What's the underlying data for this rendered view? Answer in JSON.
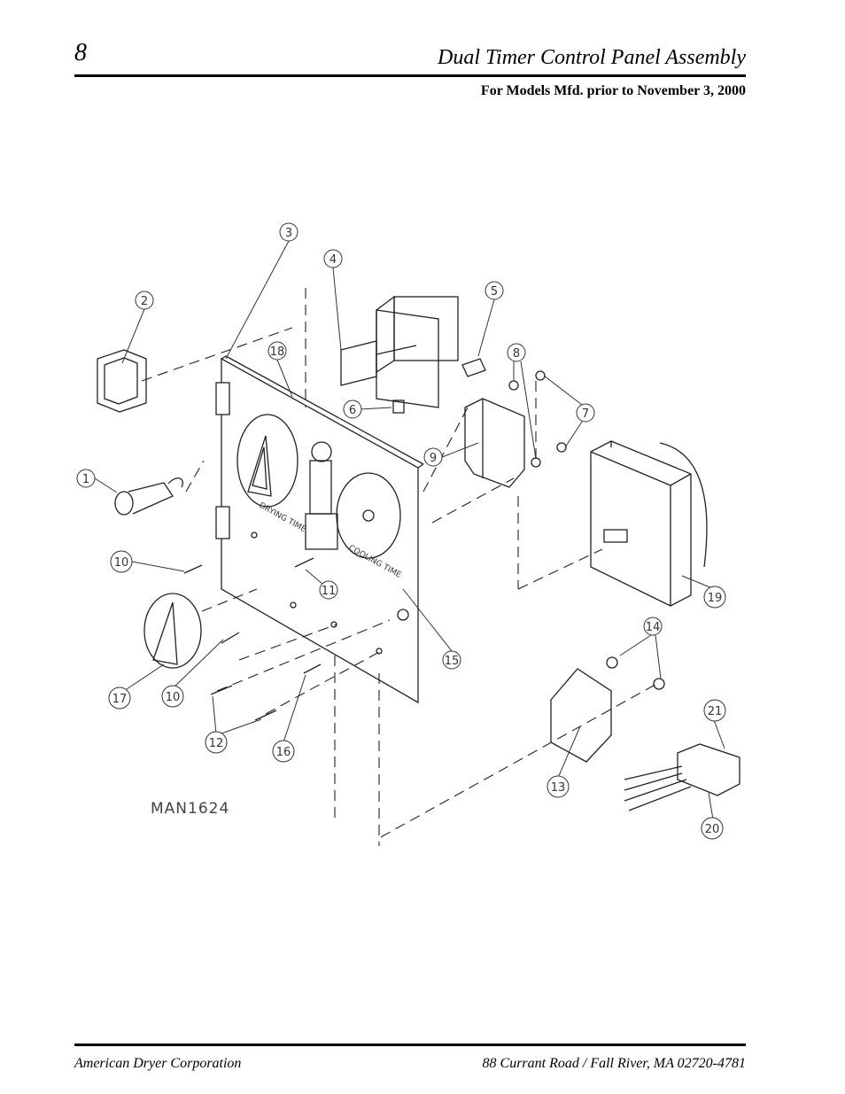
{
  "header": {
    "page_number": "8",
    "title": "Dual Timer Control Panel Assembly",
    "subtitle": "For Models Mfd. prior to November 3, 2000"
  },
  "diagram": {
    "drawing_id": "MAN1624",
    "panel_labels": {
      "drying": "DRYING TIME",
      "cooling": "COOLING TIME"
    },
    "callouts": [
      "1",
      "2",
      "3",
      "4",
      "5",
      "6",
      "7",
      "8",
      "9",
      "10",
      "10",
      "11",
      "12",
      "13",
      "14",
      "15",
      "16",
      "17",
      "18",
      "19",
      "20",
      "21"
    ]
  },
  "footer": {
    "company": "American Dryer Corporation",
    "address": "88 Currant Road / Fall River, MA 02720-4781"
  }
}
